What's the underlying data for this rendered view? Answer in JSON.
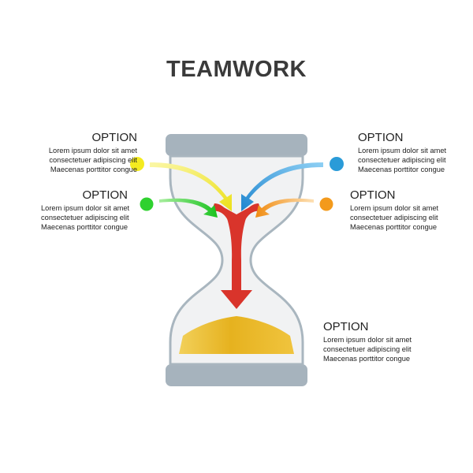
{
  "title": "TEAMWORK",
  "options": [
    {
      "id": "top-left",
      "heading": "OPTION",
      "lines": [
        "Lorem ipsum dolor sit amet",
        "consectetuer adipiscing elit",
        "Maecenas porttitor congue"
      ],
      "color": "#f4eb1f"
    },
    {
      "id": "mid-left",
      "heading": "OPTION",
      "lines": [
        "Lorem ipsum dolor sit amet",
        "consectetuer adipiscing elit",
        "Maecenas porttitor congue"
      ],
      "color": "#2fd12f"
    },
    {
      "id": "top-right",
      "heading": "OPTION",
      "lines": [
        "Lorem ipsum dolor sit amet",
        "consectetuer adipiscing elit",
        "Maecenas porttitor congue"
      ],
      "color": "#2a9bd8"
    },
    {
      "id": "mid-right",
      "heading": "OPTION",
      "lines": [
        "Lorem ipsum dolor sit amet",
        "consectetuer adipiscing elit",
        "Maecenas porttitor congue"
      ],
      "color": "#f39a1c"
    },
    {
      "id": "bottom-right",
      "heading": "OPTION",
      "lines": [
        "Lorem ipsum dolor sit amet",
        "consectetuer adipiscing elit",
        "Maecenas porttitor congue"
      ],
      "color": "#d9342b"
    }
  ],
  "colors": {
    "cap": "#a6b3bd",
    "glass_fill": "#f1f2f3",
    "glass_stroke": "#a9b6bf",
    "sand": "#e7b830",
    "merged_arrow": "#d9342b"
  }
}
